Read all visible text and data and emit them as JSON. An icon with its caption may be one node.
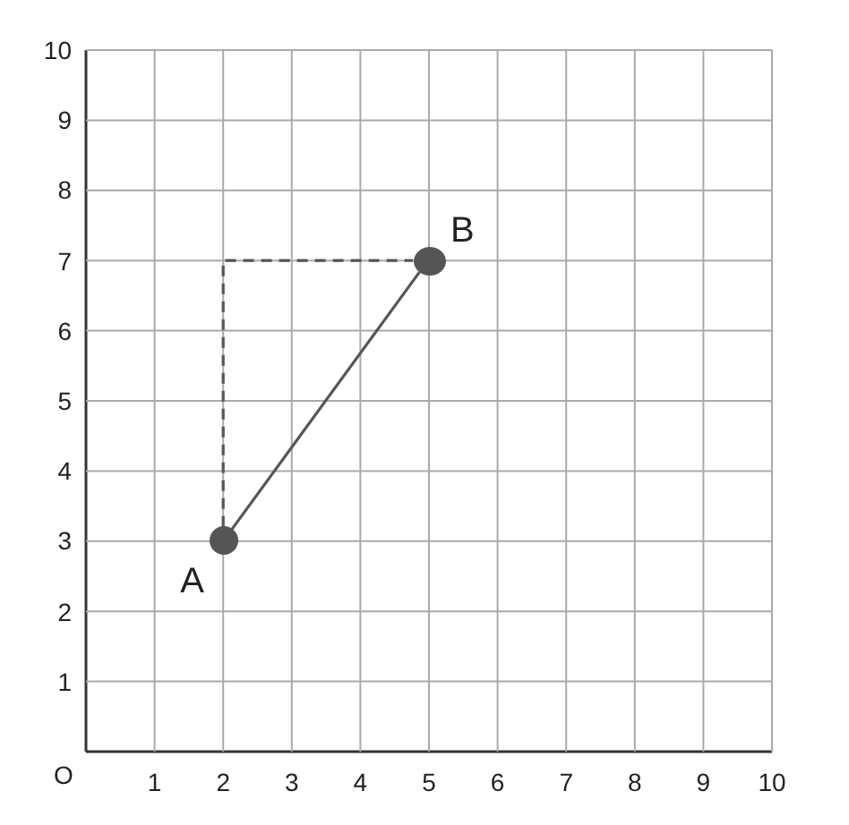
{
  "diagram": {
    "nodes": [
      {
        "text": [],
        "shape": "circle",
        "beside": [
          "A"
        ]
      },
      {
        "text": [],
        "shape": "circle",
        "beside": [
          "B"
        ]
      }
    ],
    "edges": [
      {
        "from": 0,
        "to": 1,
        "arrow": "none"
      },
      {
        "from": 0,
        "to": 1,
        "arrow": "none",
        "style": "dashed"
      }
    ],
    "labels": [
      "10",
      "9",
      "8",
      "7",
      "6",
      "5",
      "4",
      "3",
      "2",
      "1",
      "O",
      "1",
      "2",
      "3",
      "4",
      "5",
      "6",
      "7",
      "8",
      "9",
      "10"
    ]
  }
}
